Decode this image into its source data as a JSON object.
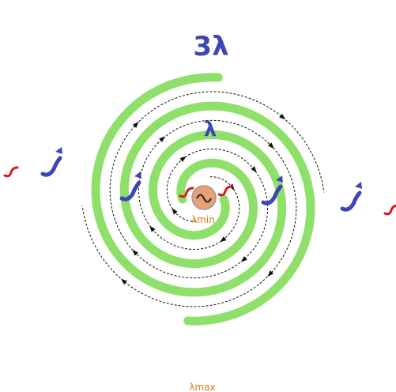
{
  "labels": {
    "three_lambda": "3λ",
    "lambda": "λ",
    "lambda_min": "λmin",
    "lambda_max": "λmax",
    "source_symbol": "∿"
  },
  "colors": {
    "spiral": "#8fe06a",
    "source": "#e8a074",
    "source_ring": "#9a9a9a",
    "blue_wave": "#3d46b4",
    "red_wave": "#d81b1b",
    "path": "#111111",
    "label_big": "#3d46b4",
    "label_small": "#e07a10"
  },
  "icons": [
    "source-icon",
    "blue-wave-icon",
    "red-wave-icon",
    "path-arrow-icon"
  ]
}
